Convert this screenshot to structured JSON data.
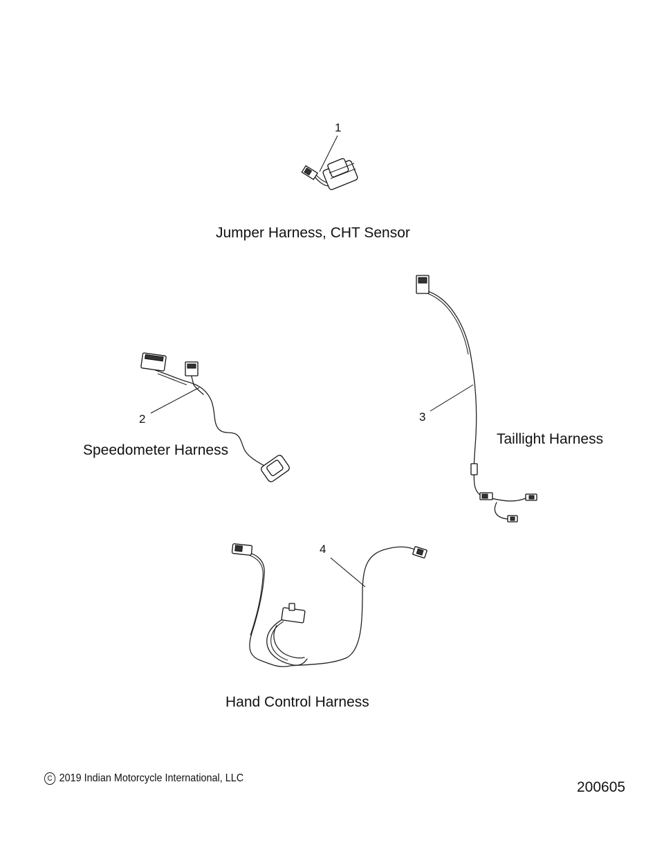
{
  "parts": [
    {
      "callout": "1",
      "title": "Jumper Harness, CHT Sensor"
    },
    {
      "callout": "2",
      "title": "Speedometer Harness"
    },
    {
      "callout": "3",
      "title": "Taillight Harness"
    },
    {
      "callout": "4",
      "title": "Hand Control Harness"
    }
  ],
  "footer": {
    "copyright_symbol": "C",
    "copyright": "2019 Indian Motorcycle International, LLC",
    "doc_number": "200605"
  }
}
